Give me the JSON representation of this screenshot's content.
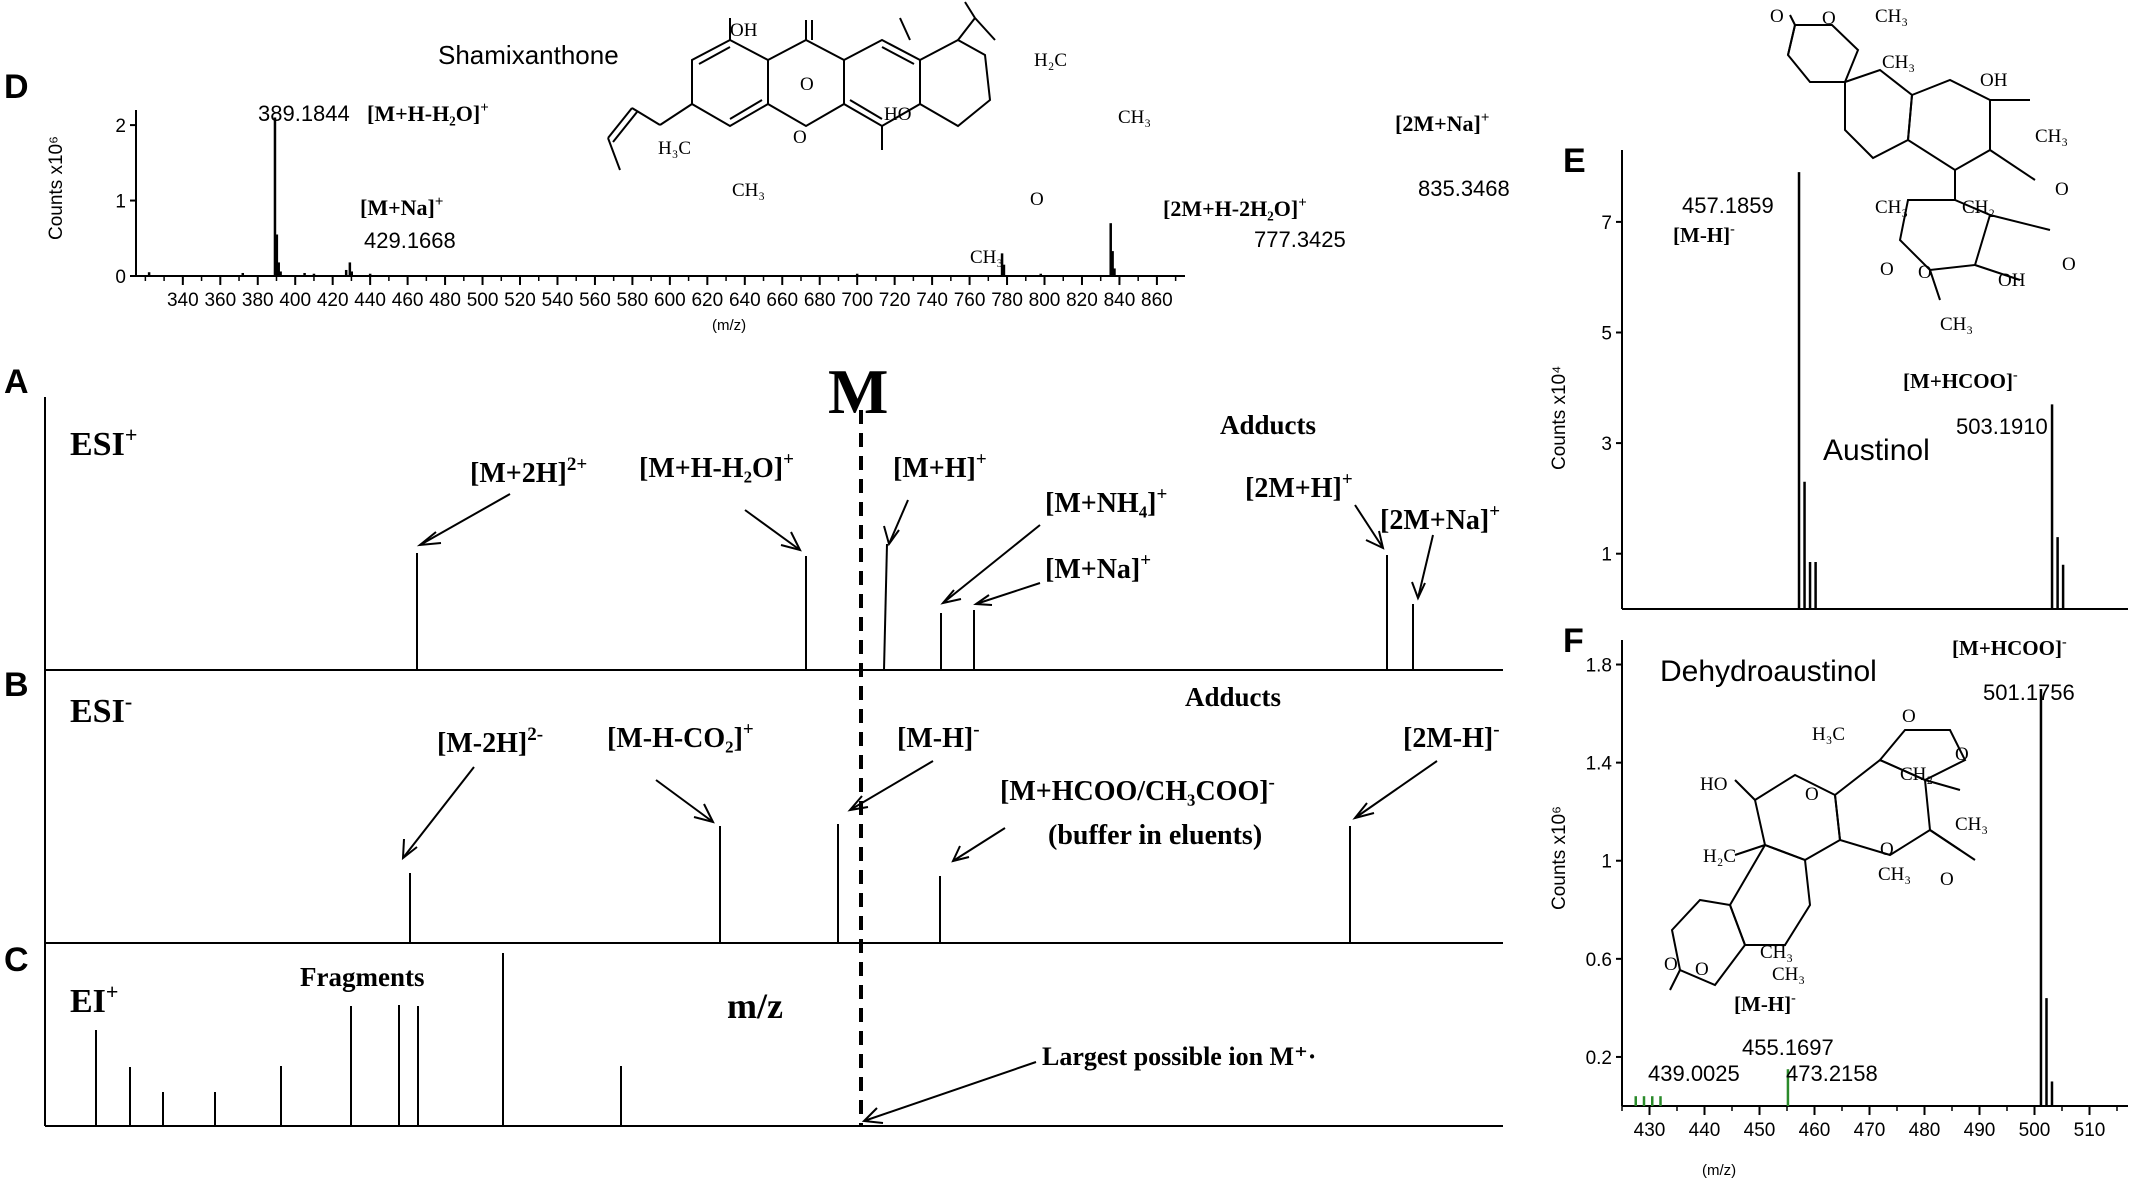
{
  "panel_letters": {
    "A": "A",
    "B": "B",
    "C": "C",
    "D": "D",
    "E": "E",
    "F": "F"
  },
  "schematic": {
    "M_label": "M",
    "mz_label": "m/z",
    "adducts_label": "Adducts",
    "fragments_label": "Fragments",
    "largest_ion_label": "Largest possible ion M⁺·",
    "esi_pos": {
      "mode": "ESI",
      "sup": "+"
    },
    "esi_neg": {
      "mode": "ESI",
      "sup": "-"
    },
    "ei_pos": {
      "mode": "EI",
      "sup": "+"
    },
    "esi_pos_ions": [
      {
        "label": "[M+2H]",
        "sup": "2+"
      },
      {
        "label": "[M+H-H₂O]",
        "sup": "+"
      },
      {
        "label": "[M+H]",
        "sup": "+"
      },
      {
        "label": "[M+NH₄]",
        "sup": "+"
      },
      {
        "label": "[M+Na]",
        "sup": "+"
      },
      {
        "label": "[2M+H]",
        "sup": "+"
      },
      {
        "label": "[2M+Na]",
        "sup": "+"
      }
    ],
    "esi_neg_ions": [
      {
        "label": "[M-2H]",
        "sup": "2-"
      },
      {
        "label": "[M-H-CO₂]",
        "sup": "+"
      },
      {
        "label": "[M-H]",
        "sup": "-"
      },
      {
        "label": "[M+HCOO/CH₃COO]",
        "sup": "-"
      },
      {
        "label": "(buffer  in  eluents)",
        "sup": ""
      },
      {
        "label": "[2M-H]",
        "sup": "-"
      }
    ]
  },
  "chart_data": [
    {
      "panel": "D",
      "type": "bar",
      "title": "Shamixanthone",
      "xlabel": "(m/z)",
      "ylabel": "Counts x10⁶",
      "xlim": [
        315,
        875
      ],
      "ylim": [
        0,
        2.2
      ],
      "xticks": [
        340,
        360,
        380,
        400,
        420,
        440,
        460,
        480,
        500,
        520,
        540,
        560,
        580,
        600,
        620,
        640,
        660,
        680,
        700,
        720,
        740,
        760,
        780,
        800,
        820,
        840,
        860
      ],
      "yticks": [
        0,
        1,
        2
      ],
      "peaks": [
        {
          "mz": 389.1844,
          "y": 2.1
        },
        {
          "mz": 390.19,
          "y": 0.55
        },
        {
          "mz": 391.19,
          "y": 0.18
        },
        {
          "mz": 392.2,
          "y": 0.06
        },
        {
          "mz": 429.1668,
          "y": 0.18
        },
        {
          "mz": 427.2,
          "y": 0.08
        },
        {
          "mz": 430.17,
          "y": 0.06
        },
        {
          "mz": 777.3425,
          "y": 0.3
        },
        {
          "mz": 778.35,
          "y": 0.15
        },
        {
          "mz": 835.3468,
          "y": 0.7
        },
        {
          "mz": 836.35,
          "y": 0.33
        },
        {
          "mz": 837.35,
          "y": 0.1
        },
        {
          "mz": 322,
          "y": 0.05
        },
        {
          "mz": 372,
          "y": 0.04
        },
        {
          "mz": 405,
          "y": 0.04
        },
        {
          "mz": 410,
          "y": 0.03
        },
        {
          "mz": 440,
          "y": 0.03
        },
        {
          "mz": 700,
          "y": 0.03
        },
        {
          "mz": 798,
          "y": 0.03
        }
      ],
      "annotations": [
        {
          "value": "389.1844",
          "ion": "[M+H-H₂O]",
          "sup": "+"
        },
        {
          "value": "429.1668",
          "ion": "[M+Na]",
          "sup": "+"
        },
        {
          "value": "777.3425",
          "ion": "[2M+H-2H₂O]",
          "sup": "+"
        },
        {
          "value": "835.3468",
          "ion": "[2M+Na]",
          "sup": "+"
        }
      ]
    },
    {
      "panel": "E",
      "type": "bar",
      "title": "Austinol",
      "ylabel": "Counts x10⁴",
      "xlim": [
        425,
        517
      ],
      "ylim": [
        0,
        8.3
      ],
      "yticks": [
        1,
        3,
        5,
        7
      ],
      "peaks": [
        {
          "mz": 457.1859,
          "y": 7.9
        },
        {
          "mz": 458.19,
          "y": 2.3
        },
        {
          "mz": 459.19,
          "y": 0.85
        },
        {
          "mz": 460.2,
          "y": 0.85
        },
        {
          "mz": 503.191,
          "y": 3.7
        },
        {
          "mz": 504.2,
          "y": 1.3
        },
        {
          "mz": 505.2,
          "y": 0.8
        }
      ],
      "annotations": [
        {
          "value": "457.1859",
          "ion": "[M-H]",
          "sup": "-"
        },
        {
          "value": "503.1910",
          "ion": "[M+HCOO]",
          "sup": "-"
        }
      ]
    },
    {
      "panel": "F",
      "type": "bar",
      "title": "Dehydroaustinol",
      "xlabel": "(m/z)",
      "ylabel": "Counts x10⁶",
      "xlim": [
        425,
        517
      ],
      "ylim": [
        0,
        1.9
      ],
      "xticks": [
        430,
        440,
        450,
        460,
        470,
        480,
        490,
        500,
        510
      ],
      "yticks": [
        0.2,
        0.6,
        1,
        1.4,
        1.8
      ],
      "peaks": [
        {
          "mz": 501.1756,
          "y": 1.7
        },
        {
          "mz": 502.18,
          "y": 0.44
        },
        {
          "mz": 503.18,
          "y": 0.1
        },
        {
          "mz": 455.1697,
          "y": 0.15
        },
        {
          "mz": 427.5,
          "y": 0.04
        },
        {
          "mz": 429,
          "y": 0.04
        },
        {
          "mz": 430.5,
          "y": 0.04
        },
        {
          "mz": 432,
          "y": 0.04
        }
      ],
      "annotations": [
        {
          "value": "501.1756",
          "ion": "[M+HCOO]",
          "sup": "-"
        },
        {
          "value": "455.1697",
          "ion": "[M-H]",
          "sup": "-"
        },
        {
          "value": "439.0025",
          "ion": "",
          "sup": ""
        },
        {
          "value": "473.2158",
          "ion": "",
          "sup": ""
        }
      ]
    }
  ],
  "structures": {
    "shamixanthone": {
      "oh": "OH",
      "o1": "O",
      "o2": "O",
      "o3": "O",
      "ho": "HO",
      "h2c": "H₂C",
      "ch3a": "CH₃",
      "h3c": "H₃C",
      "ch3b": "CH₃",
      "ch3c": "CH₃"
    },
    "austinol": {
      "o1": "O",
      "o2": "O",
      "ch3a": "CH₃",
      "ch3b": "CH₃",
      "oh1": "OH",
      "ch3c": "CH₃",
      "ch3d": "CH₃",
      "ch2": "CH₂",
      "o3": "O",
      "o4": "O",
      "o5": "O",
      "o6": "O",
      "oh2": "OH",
      "ch3e": "CH₃"
    },
    "dehydroaustinol": {
      "h3c": "H₃C",
      "o1": "O",
      "o2": "O",
      "ch2": "CH₂",
      "ho": "HO",
      "o3": "O",
      "ch3a": "CH₃",
      "o4": "O",
      "ch3b": "CH₃",
      "o5": "O",
      "h2c": "H₂C",
      "o6": "O",
      "o7": "O",
      "ch3c": "CH₃",
      "ch3d": "CH₃"
    }
  }
}
